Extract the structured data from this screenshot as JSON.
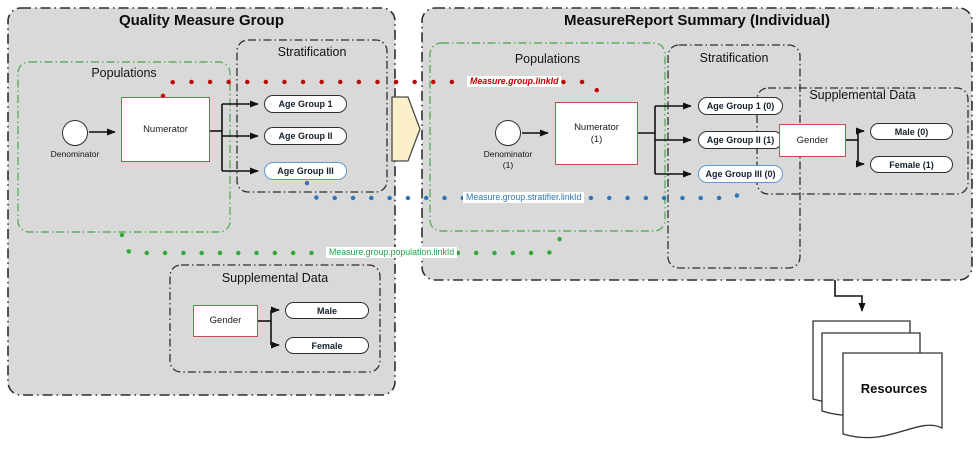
{
  "left": {
    "title": "Quality Measure Group",
    "populations_label": "Populations",
    "denominator_label": "Denominator",
    "numerator_label": "Numerator",
    "stratification_label": "Stratification",
    "age_groups": [
      "Age Group 1",
      "Age Group II",
      "Age Group III"
    ],
    "supplemental_label": "Supplemental Data",
    "gender_label": "Gender",
    "male_label": "Male",
    "female_label": "Female"
  },
  "right": {
    "title": "MeasureReport Summary (Individual)",
    "populations_label": "Populations",
    "denominator_label": "Denominator",
    "denominator_count": "(1)",
    "numerator_label": "Numerator",
    "numerator_count": "(1)",
    "stratification_label": "Stratification",
    "age_groups": [
      "Age Group 1 (0)",
      "Age Group II (1)",
      "Age Group III (0)"
    ],
    "supplemental_label": "Supplemental Data",
    "gender_label": "Gender",
    "male_label": "Male (0)",
    "female_label": "Female (1)"
  },
  "links": {
    "group_linkid": "Measure.group.linkId",
    "stratifier_linkid": "Measure.group.stratifier.linkId",
    "population_linkid": "Measure.group.population.linkId"
  },
  "resources_label": "Resources",
  "colors": {
    "panel_fill": "#D9D9D9",
    "panel_border": "#2F2F2F",
    "link_red": "#C00000",
    "link_blue": "#2E75B6",
    "link_green": "#2EA836",
    "green_container_border": "#5FAE5F",
    "red_box_border": "#C0504D",
    "age_group_3_border": "#5B9BD5",
    "chevron_fill": "#FBF0C9"
  }
}
